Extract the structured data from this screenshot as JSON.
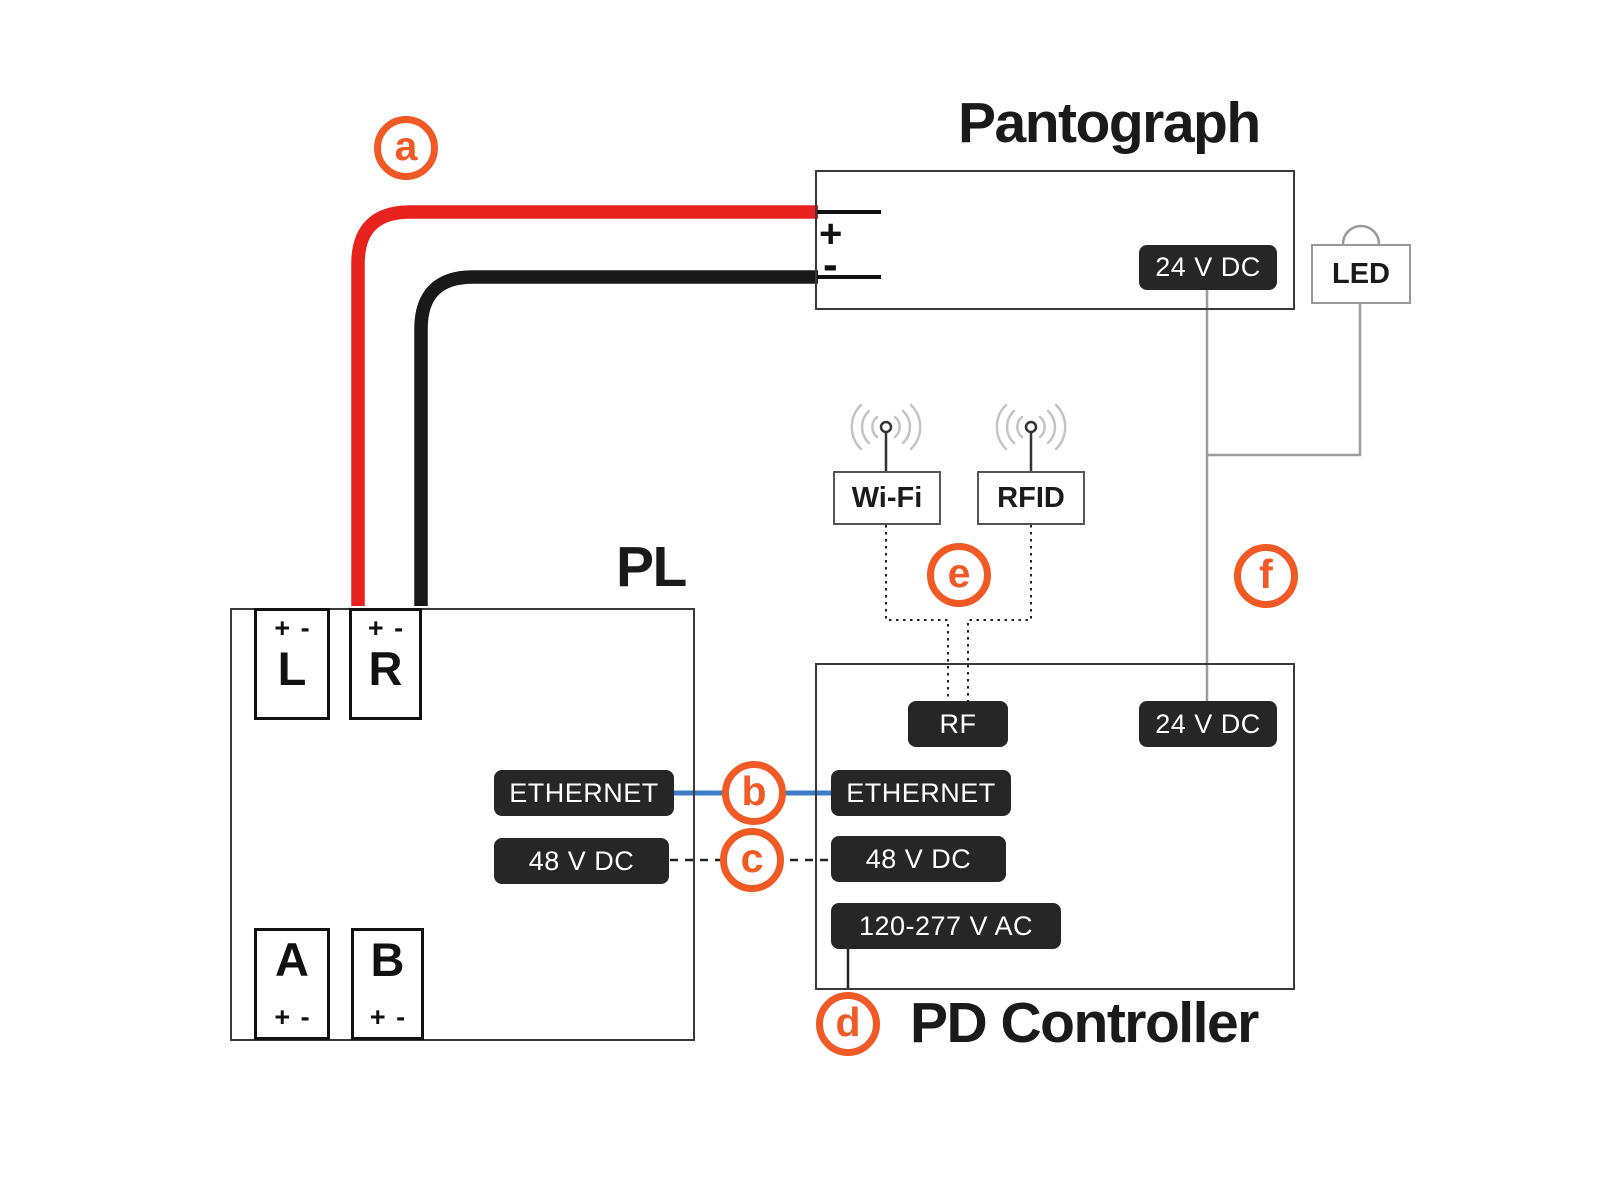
{
  "colors": {
    "accent_orange": "#f15a24",
    "wire_red": "#e8231e",
    "wire_black": "#191919",
    "wire_blue": "#3d7cc9",
    "line_gray": "#9d9d9d",
    "dotted_black": "#222222",
    "chip_bg": "#262626",
    "chip_text": "#ffffff",
    "box_border": "#3a3a3a"
  },
  "pantograph": {
    "title": "Pantograph",
    "terminal_plus": "+",
    "terminal_minus": "-",
    "port_24vdc": "24 V DC"
  },
  "led": {
    "label": "LED"
  },
  "wireless": {
    "wifi_label": "Wi-Fi",
    "rfid_label": "RFID"
  },
  "pl": {
    "title": "PL",
    "terminal_l": "L",
    "terminal_r": "R",
    "terminal_a": "A",
    "terminal_b": "B",
    "polarity": "+ -",
    "port_ethernet": "ETHERNET",
    "port_48vdc": "48 V DC"
  },
  "pd": {
    "title": "PD Controller",
    "port_rf": "RF",
    "port_24vdc": "24 V DC",
    "port_ethernet": "ETHERNET",
    "port_48vdc": "48 V DC",
    "port_ac": "120-277 V AC"
  },
  "callouts": {
    "a": "a",
    "b": "b",
    "c": "c",
    "d": "d",
    "e": "e",
    "f": "f"
  }
}
